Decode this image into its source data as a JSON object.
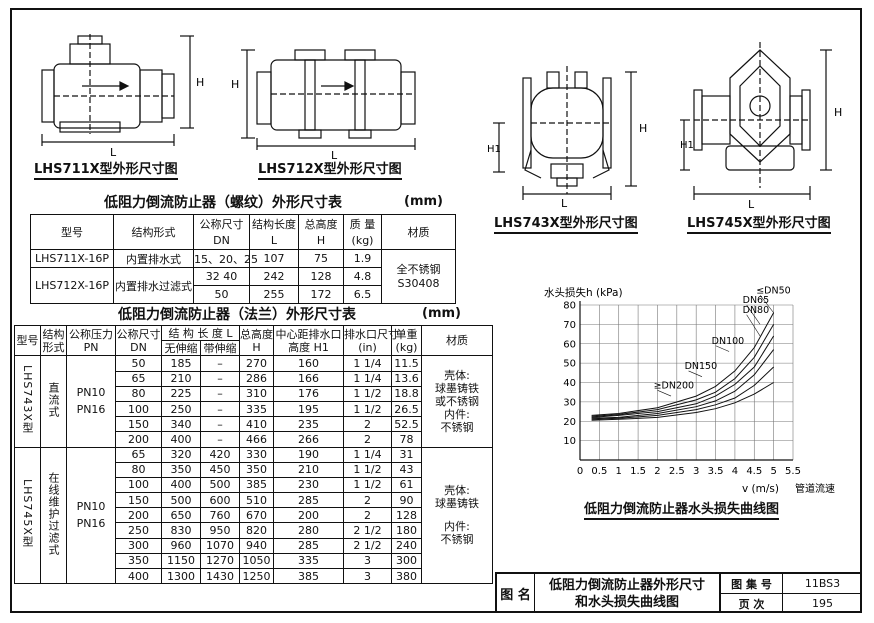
{
  "captions": {
    "lhs711": "LHS711X型外形尺寸图",
    "lhs712": "LHS712X型外形尺寸图",
    "lhs743": "LHS743X型外形尺寸图",
    "lhs745": "LHS745X型外形尺寸图"
  },
  "dimension_letters": {
    "height": "H",
    "length": "L",
    "drain_height": "H1"
  },
  "thread_table": {
    "title": "低阻力倒流防止器（螺纹）外形尺寸表",
    "unit": "(mm)",
    "headers": {
      "model": "型号",
      "structure": "结构形式",
      "dn_line1": "公称尺寸",
      "dn_line2": "DN",
      "length_line1": "结构长度",
      "length_line2": "L",
      "height_line1": "总高度",
      "height_line2": "H",
      "mass_line1": "质 量",
      "mass_line2": "(kg)",
      "material": "材质"
    },
    "rows": [
      {
        "model": "LHS711X-16P",
        "structure": "内置排水式",
        "dn": "15、20、25",
        "length": "107",
        "height": "75",
        "mass": "1.9"
      },
      {
        "model": "LHS712X-16P",
        "structure": "内置排水过滤式",
        "dn": "32  40",
        "length": "242",
        "height": "128",
        "mass": "4.8"
      },
      {
        "dn": "50",
        "length": "255",
        "height": "172",
        "mass": "6.5"
      }
    ],
    "material_line1": "全不锈钢",
    "material_line2": "S30408"
  },
  "flange_table": {
    "title": "低阻力倒流防止器（法兰）外形尺寸表",
    "unit": "(mm)",
    "headers": {
      "model": "型号",
      "structure_line1": "结构",
      "structure_line2": "形式",
      "pn_line1": "公称压力",
      "pn_line2": "PN",
      "dn_line1": "公称尺寸",
      "dn_line2": "DN",
      "length": "结 构 长 度   L",
      "no_expansion": "无伸缩",
      "with_expansion": "带伸缩",
      "height_line1": "总高度",
      "height_line2": "H",
      "h1_line1": "中心距排水口",
      "h1_line2": "高度  H1",
      "drain_line1": "排水口尺寸",
      "drain_line2": "(in)",
      "weight_line1": "单重",
      "weight_line2": "(kg)",
      "material": "材质"
    },
    "groups": [
      {
        "model": "LHS743X型",
        "structure": "直流式",
        "pn_line1": "PN10",
        "pn_line2": "PN16",
        "material_lines": [
          "壳体:",
          "球墨铸铁",
          "或不锈钢",
          "内件:",
          "不锈钢"
        ],
        "rows": [
          {
            "dn": "50",
            "l1": "185",
            "l2": "–",
            "h": "270",
            "h1": "160",
            "drain": "1  1/4",
            "weight": "11.5"
          },
          {
            "dn": "65",
            "l1": "210",
            "l2": "–",
            "h": "286",
            "h1": "166",
            "drain": "1  1/4",
            "weight": "13.6"
          },
          {
            "dn": "80",
            "l1": "225",
            "l2": "–",
            "h": "310",
            "h1": "176",
            "drain": "1  1/2",
            "weight": "18.8"
          },
          {
            "dn": "100",
            "l1": "250",
            "l2": "–",
            "h": "335",
            "h1": "195",
            "drain": "1  1/2",
            "weight": "26.5"
          },
          {
            "dn": "150",
            "l1": "340",
            "l2": "–",
            "h": "410",
            "h1": "235",
            "drain": "2",
            "weight": "52.5"
          },
          {
            "dn": "200",
            "l1": "400",
            "l2": "–",
            "h": "466",
            "h1": "266",
            "drain": "2",
            "weight": "78"
          }
        ]
      },
      {
        "model": "LHS745X型",
        "structure": "在线维护过滤式",
        "pn_line1": "PN10",
        "pn_line2": "PN16",
        "material_lines": [
          "壳体:",
          "球墨铸铁",
          "内件:",
          "不锈钢"
        ],
        "rows": [
          {
            "dn": "65",
            "l1": "320",
            "l2": "420",
            "h": "330",
            "h1": "190",
            "drain": "1  1/4",
            "weight": "31"
          },
          {
            "dn": "80",
            "l1": "350",
            "l2": "450",
            "h": "350",
            "h1": "210",
            "drain": "1  1/2",
            "weight": "43"
          },
          {
            "dn": "100",
            "l1": "400",
            "l2": "500",
            "h": "385",
            "h1": "230",
            "drain": "1  1/2",
            "weight": "61"
          },
          {
            "dn": "150",
            "l1": "500",
            "l2": "600",
            "h": "510",
            "h1": "285",
            "drain": "2",
            "weight": "90"
          },
          {
            "dn": "200",
            "l1": "650",
            "l2": "760",
            "h": "670",
            "h1": "200",
            "drain": "2",
            "weight": "128"
          },
          {
            "dn": "250",
            "l1": "830",
            "l2": "950",
            "h": "820",
            "h1": "280",
            "drain": "2  1/2",
            "weight": "180"
          },
          {
            "dn": "300",
            "l1": "960",
            "l2": "1070",
            "h": "940",
            "h1": "285",
            "drain": "2  1/2",
            "weight": "240"
          },
          {
            "dn": "350",
            "l1": "1150",
            "l2": "1270",
            "h": "1050",
            "h1": "335",
            "drain": "3",
            "weight": "300"
          },
          {
            "dn": "400",
            "l1": "1300",
            "l2": "1430",
            "h": "1250",
            "h1": "385",
            "drain": "3",
            "weight": "380"
          }
        ]
      }
    ]
  },
  "chart_data": {
    "type": "line",
    "title": "",
    "ylabel": "水头损失h (kPa)",
    "xlabel": "v (m/s)",
    "xlabel_suffix": "管道流速",
    "caption": "低阻力倒流防止器水头损失曲线图",
    "xlim": [
      0,
      5.5
    ],
    "ylim": [
      10,
      80
    ],
    "xticks": [
      0,
      0.5,
      1,
      1.5,
      2,
      2.5,
      3,
      3.5,
      4,
      4.5,
      5,
      5.5
    ],
    "xtick_labels": [
      "0",
      "0.5",
      "1",
      "1.5",
      "2",
      "2.5",
      "3",
      "3.5",
      "4",
      "4.5",
      "5",
      "5.5"
    ],
    "yticks": [
      10,
      20,
      30,
      40,
      50,
      60,
      70,
      80
    ],
    "ytick_labels": [
      "10",
      "20",
      "30",
      "40",
      "50",
      "60",
      "70",
      "80"
    ],
    "grid": true,
    "series": [
      {
        "name": "≤DN50",
        "x": [
          0.3,
          1,
          2,
          3,
          3.5,
          4,
          4.5,
          5
        ],
        "y": [
          23,
          24,
          27,
          33,
          38,
          46,
          58,
          76
        ]
      },
      {
        "name": "DN65",
        "x": [
          0.3,
          1,
          2,
          3,
          3.5,
          4,
          4.5,
          5
        ],
        "y": [
          22.5,
          23.5,
          26,
          31,
          35,
          42,
          53,
          70
        ]
      },
      {
        "name": "DN80",
        "x": [
          0.3,
          1,
          2,
          3,
          3.5,
          4,
          4.5,
          5
        ],
        "y": [
          22,
          23,
          25,
          29,
          33,
          39,
          48,
          64
        ]
      },
      {
        "name": "DN100",
        "x": [
          0.3,
          1,
          2,
          3,
          3.5,
          4,
          4.5,
          5
        ],
        "y": [
          21.5,
          22,
          24,
          27.5,
          30.5,
          35.5,
          44,
          57
        ]
      },
      {
        "name": "DN150",
        "x": [
          0.3,
          1,
          2,
          3,
          3.5,
          4,
          4.5,
          5
        ],
        "y": [
          21,
          21.5,
          23,
          26,
          28.5,
          32,
          38.5,
          48
        ]
      },
      {
        "name": "≥DN200",
        "x": [
          0.3,
          1,
          2,
          3,
          3.5,
          4,
          4.5,
          5
        ],
        "y": [
          20.5,
          21,
          22,
          24.5,
          26.5,
          29.5,
          34,
          40
        ]
      }
    ]
  },
  "title_block": {
    "name_label": "图  名",
    "name_line1": "低阻力倒流防止器外形尺寸",
    "name_line2": "和水头损失曲线图",
    "atlas_label": "图 集 号",
    "atlas_value": "11BS3",
    "page_label": "页   次",
    "page_value": "195"
  }
}
